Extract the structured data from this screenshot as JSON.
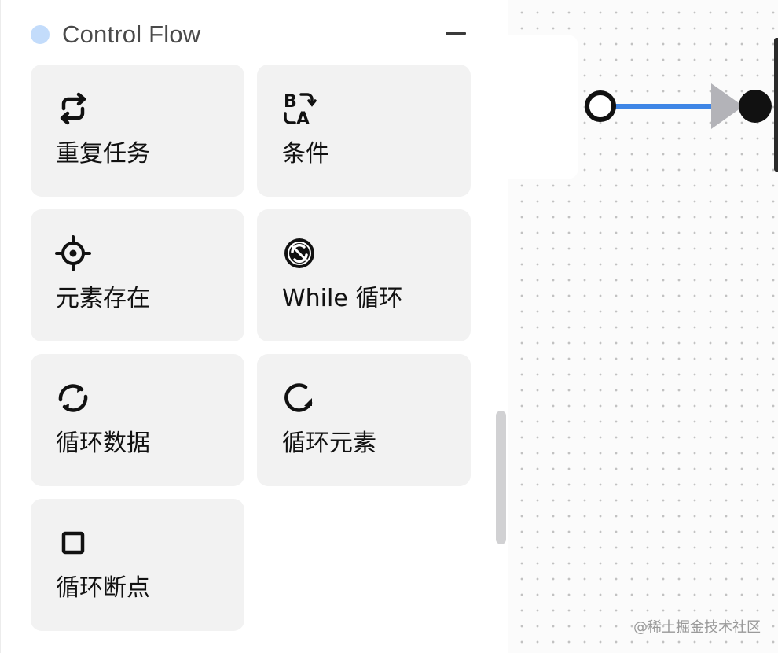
{
  "panel": {
    "title": "Control Flow",
    "accent_color": "#c3dcfb",
    "collapse_icon": "minus-icon"
  },
  "cards": [
    {
      "label": "重复任务",
      "icon": "repeat-icon"
    },
    {
      "label": "条件",
      "icon": "condition-icon"
    },
    {
      "label": "元素存在",
      "icon": "crosshair-icon"
    },
    {
      "label": "While 循环",
      "icon": "while-loop-icon"
    },
    {
      "label": "循环数据",
      "icon": "loop-data-icon"
    },
    {
      "label": "循环元素",
      "icon": "loop-element-icon"
    },
    {
      "label": "循环断点",
      "icon": "loop-breakpoint-icon"
    }
  ],
  "canvas": {
    "edge_color": "#3f86e6",
    "watermark": "@稀土掘金技术社区"
  }
}
